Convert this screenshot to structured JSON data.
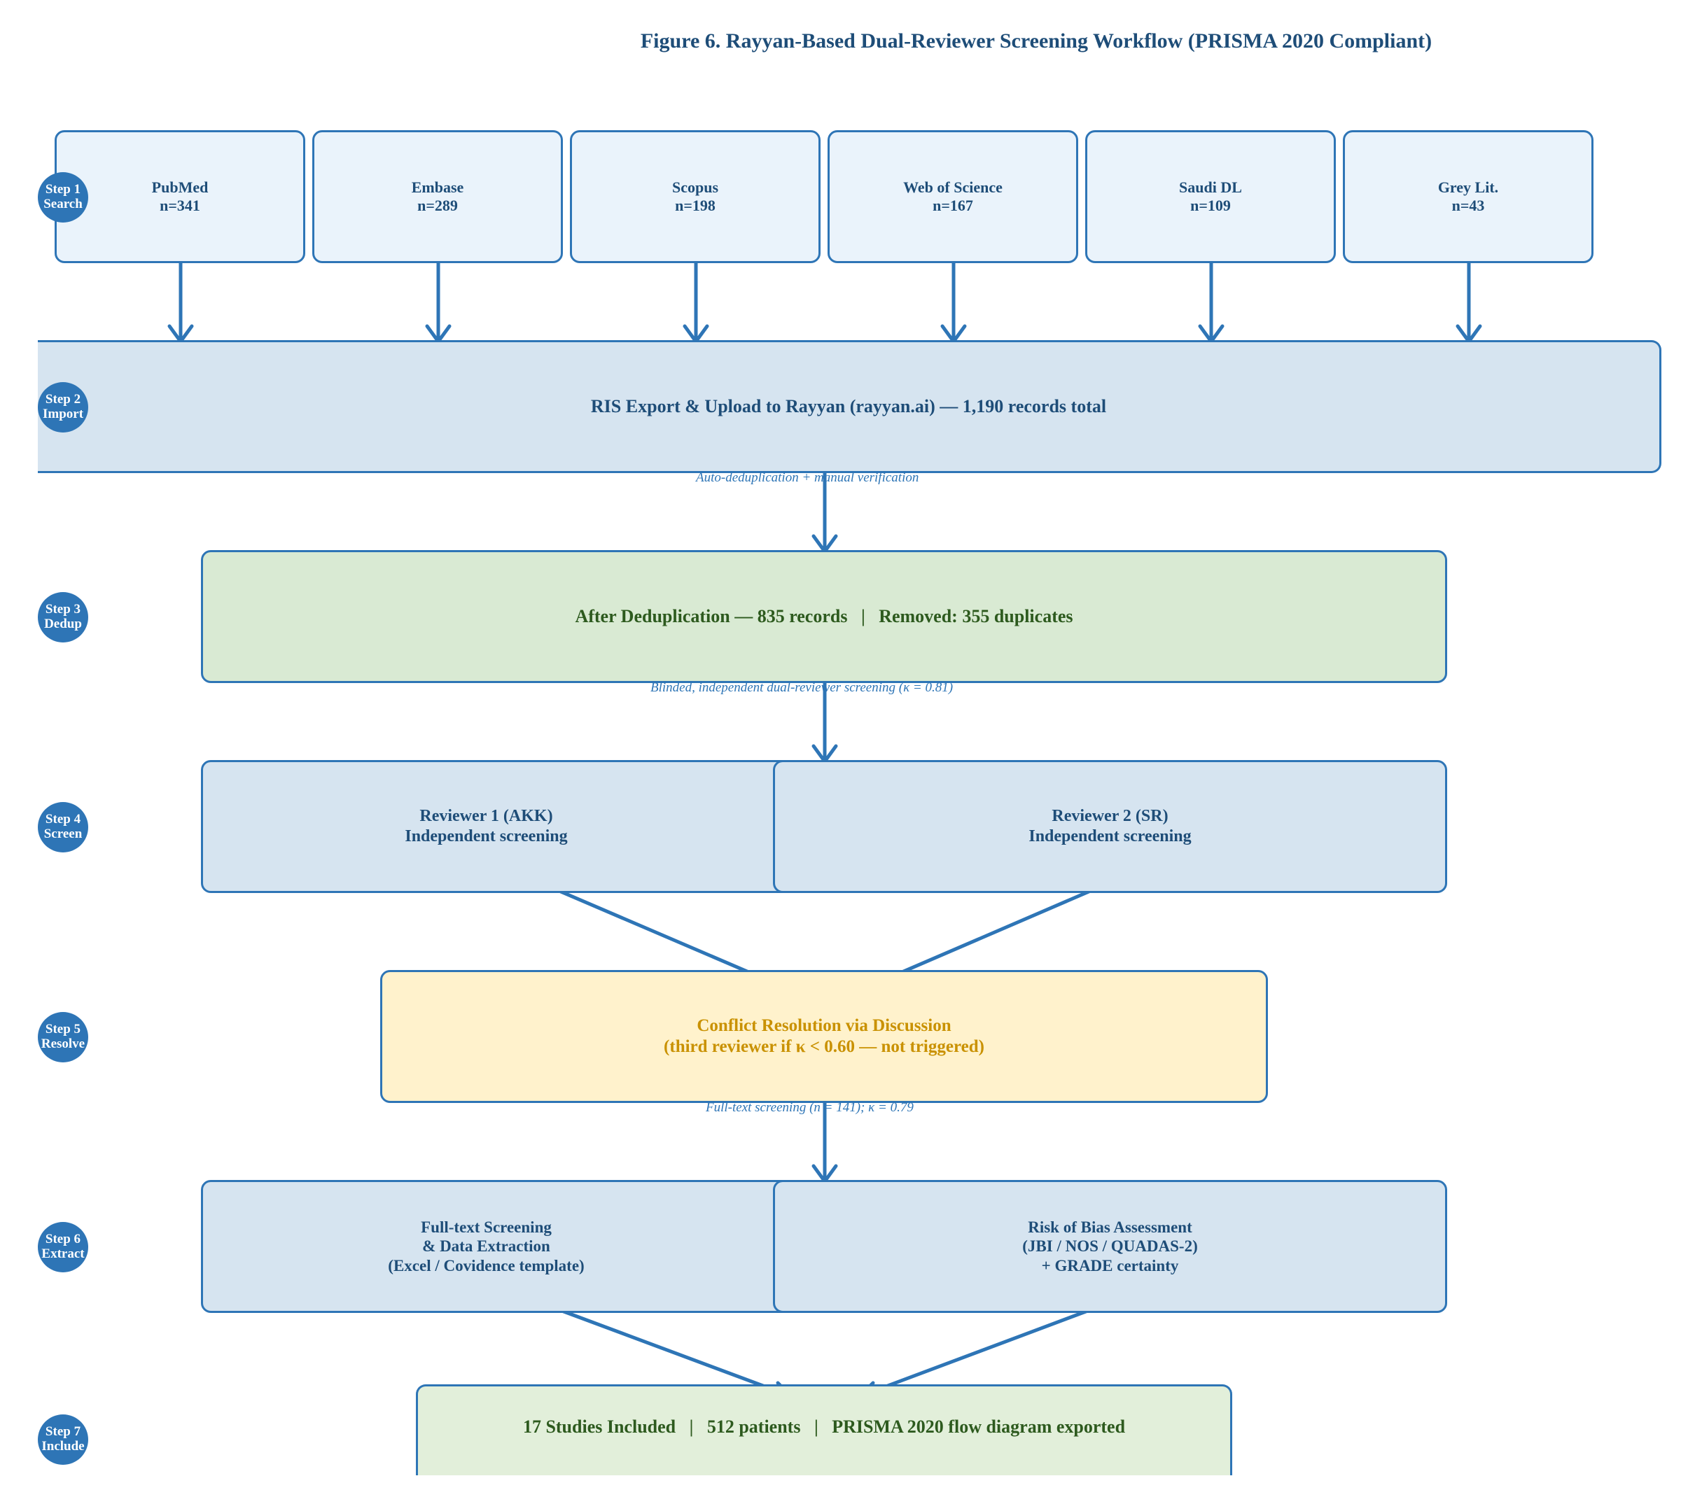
{
  "title": "Figure 6. Rayyan-Based Dual-Reviewer Screening Workflow (PRISMA 2020 Compliant)",
  "steps": [
    {
      "label": "Step 1\nSearch"
    },
    {
      "label": "Step 2\nImport"
    },
    {
      "label": "Step 3\nDedup"
    },
    {
      "label": "Step 4\nScreen"
    },
    {
      "label": "Step 5\nResolve"
    },
    {
      "label": "Step 6\nExtract"
    },
    {
      "label": "Step 7\nInclude"
    }
  ],
  "databases": [
    {
      "name": "PubMed",
      "count": "n=341"
    },
    {
      "name": "Embase",
      "count": "n=289"
    },
    {
      "name": "Scopus",
      "count": "n=198"
    },
    {
      "name": "Web of Science",
      "count": "n=167"
    },
    {
      "name": "Saudi DL",
      "count": "n=109"
    },
    {
      "name": "Grey Lit.",
      "count": "n=43"
    }
  ],
  "import_box": "RIS Export & Upload to Rayyan (rayyan.ai) — 1,190 records total",
  "note_dedup": "Auto-deduplication + manual verification",
  "dedup_box": "After Deduplication — 835 records   |   Removed: 355 duplicates",
  "note_screen": "Blinded, independent dual-reviewer screening (κ = 0.81)",
  "reviewer1": "Reviewer 1 (AKK)\nIndependent screening",
  "reviewer2": "Reviewer 2 (SR)\nIndependent screening",
  "resolve_box": "Conflict Resolution via Discussion\n(third reviewer if κ < 0.60 — not triggered)",
  "note_fulltext": "Full-text screening (n = 141); κ = 0.79",
  "extract_box": "Full-text Screening\n& Data Extraction\n(Excel / Covidence template)",
  "bias_box": "Risk of Bias Assessment\n(JBI / NOS / QUADAS-2)\n+ GRADE certainty",
  "include_box": "17 Studies Included   |   512 patients   |   PRISMA 2020 flow diagram exported",
  "colors": {
    "accent": "#2e75b6",
    "title_text": "#1e4d78",
    "database_fill": "#eaf3fb",
    "process_fill": "#d6e4f0",
    "dedup_fill": "#d9ead3",
    "resolve_fill": "#fff2cc",
    "include_fill": "#e2efda"
  }
}
